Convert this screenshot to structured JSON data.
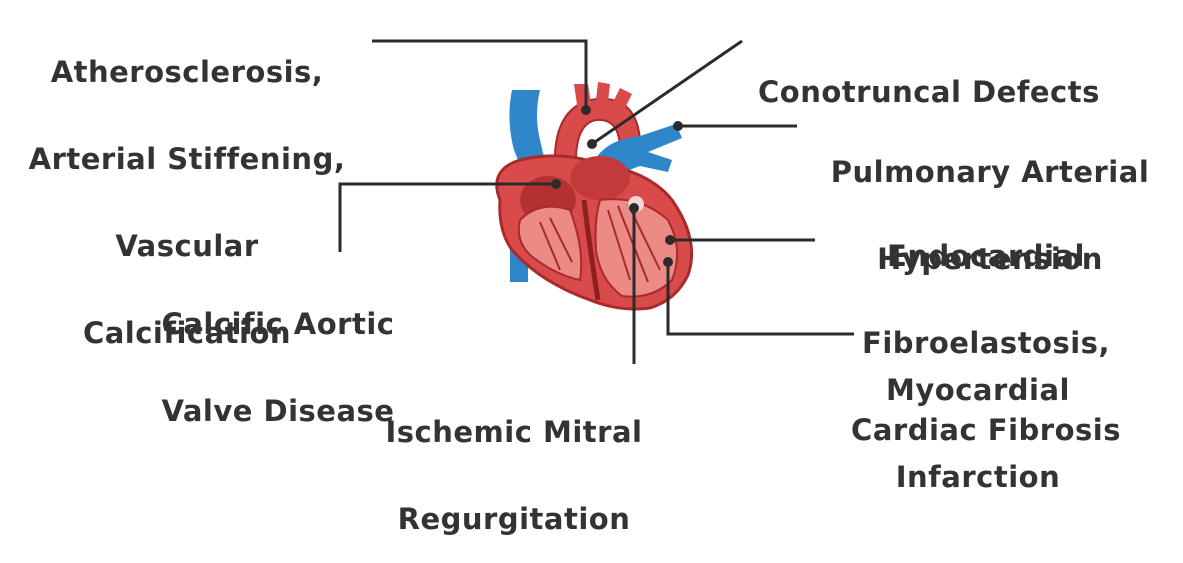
{
  "colors": {
    "line": "#2b2b2b",
    "text": "#333333",
    "heart_main": "#d94b4b",
    "heart_dark": "#a82a2a",
    "heart_light": "#ec8a86",
    "vessel_blue": "#2f86c8"
  },
  "labels": {
    "atherosclerosis": [
      "Atherosclerosis,",
      "Arterial Stiffening,",
      "Vascular",
      "Calcification"
    ],
    "conotruncal": [
      "Conotruncal Defects"
    ],
    "pulmonary": [
      "Pulmonary Arterial",
      "Hypertension"
    ],
    "endocardial": [
      "Endocardial",
      "Fibroelastosis,",
      "Cardiac Fibrosis"
    ],
    "calcific": [
      "Calcific Aortic",
      "Valve Disease"
    ],
    "myocardial": [
      "Myocardial",
      "Infarction"
    ],
    "ischemic": [
      "Ischemic Mitral",
      "Regurgitation"
    ]
  }
}
